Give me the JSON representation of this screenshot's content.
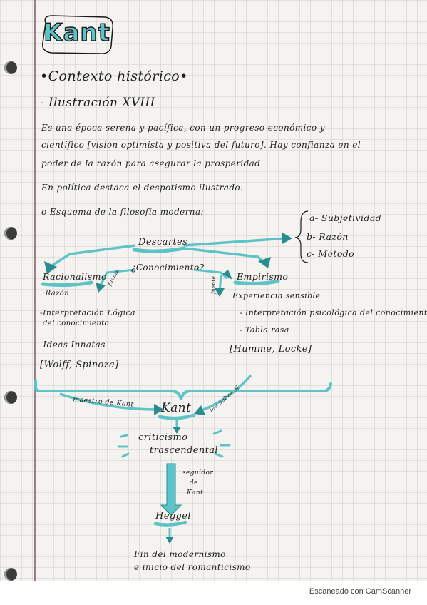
{
  "title": "Kant",
  "section": "•Contexto histórico•",
  "subsection": "- Ilustración XVIII",
  "paragraph": [
    "Es una época serena y pacífica, con un progreso económico y",
    "científico [visión optimista y positiva del futuro]. Hay confianza en el",
    "poder de la razón para asegurar la prosperidad"
  ],
  "politics": "En política destaca el despotismo ilustrado.",
  "schema_intro": "o Esquema de la filosofía moderna:",
  "descartes": {
    "name": "Descartes",
    "aspects": [
      "a- Subjetividad",
      "b- Razón",
      "c- Método"
    ]
  },
  "question": "¿Conocimiento?",
  "fuente_label": "fuente",
  "rationalism": {
    "name": "Racionalismo",
    "items": [
      "·Razón",
      "-Interpretación Lógica",
      "del conocimiento",
      "-Ideas Innatas"
    ],
    "authors": "[Wolff, Spinoza]"
  },
  "empiricism": {
    "name": "Empirismo",
    "items": [
      "Experiencia sensible",
      "- Interpretación psicológica del conocimiento",
      "- Tabla rasa"
    ],
    "authors": "[Humme, Locke]"
  },
  "left_label": "maestro de Kant",
  "right_label": "lee sobre él",
  "kant": "Kant",
  "criticism": [
    "criticismo",
    "trascendental"
  ],
  "follower": [
    "seguidor",
    "de",
    "Kant"
  ],
  "hegel": "Heggel",
  "ending": [
    "Fin del modernismo",
    "e inicio del romanticismo"
  ],
  "footer": "Escaneado con CamScanner",
  "colors": {
    "accent": "#5ec3c6",
    "ink": "#1d1d1d"
  }
}
